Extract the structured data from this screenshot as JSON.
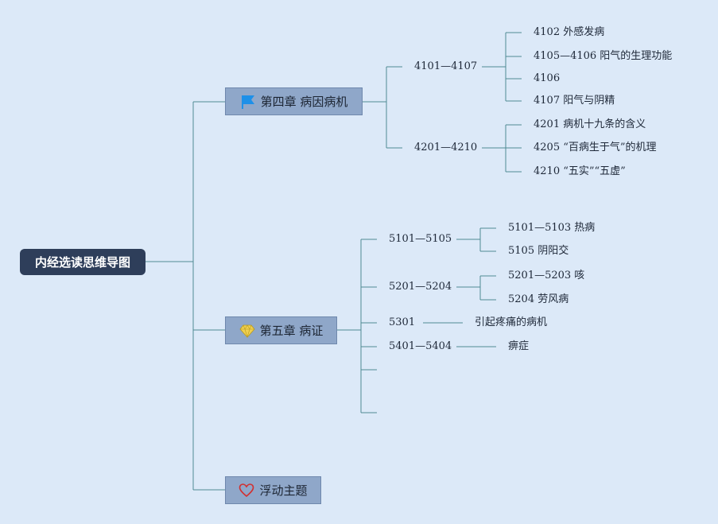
{
  "root": {
    "title": "内经选读思维导图"
  },
  "colors": {
    "background": "#dce9f8",
    "root_fill": "#2e3e5a",
    "topic_fill": "#8fa7c9",
    "line": "#4f8a93",
    "flag": "#1e90e8",
    "diamond": "#f0d050",
    "heart": "#d23030"
  },
  "topics": [
    {
      "label": "第四章 病因病机",
      "icon": "flag-icon",
      "groups": [
        {
          "label": "4101—4107",
          "items": [
            "4102 外感发病",
            "4105—4106 阳气的生理功能",
            "4106",
            "4107 阳气与阴精"
          ]
        },
        {
          "label": "4201—4210",
          "items": [
            "4201 病机十九条的含义",
            "4205 “百病生于气”的机理",
            "4210 “五实”“五虚”"
          ]
        }
      ]
    },
    {
      "label": "第五章 病证",
      "icon": "diamond-icon",
      "groups": [
        {
          "label": "5101—5105",
          "items": [
            "5101—5103 热病",
            "5105 阴阳交"
          ]
        },
        {
          "label": "5201—5204",
          "items": [
            "5201—5203 咳",
            "5204 劳风病"
          ]
        },
        {
          "label": "5301",
          "items": [
            "引起疼痛的病机"
          ]
        },
        {
          "label": "5401—5404",
          "items": [
            "痹症"
          ]
        },
        {
          "label": "",
          "items": []
        },
        {
          "label": "",
          "items": []
        }
      ]
    },
    {
      "label": "浮动主题",
      "icon": "heart-icon",
      "groups": []
    }
  ]
}
